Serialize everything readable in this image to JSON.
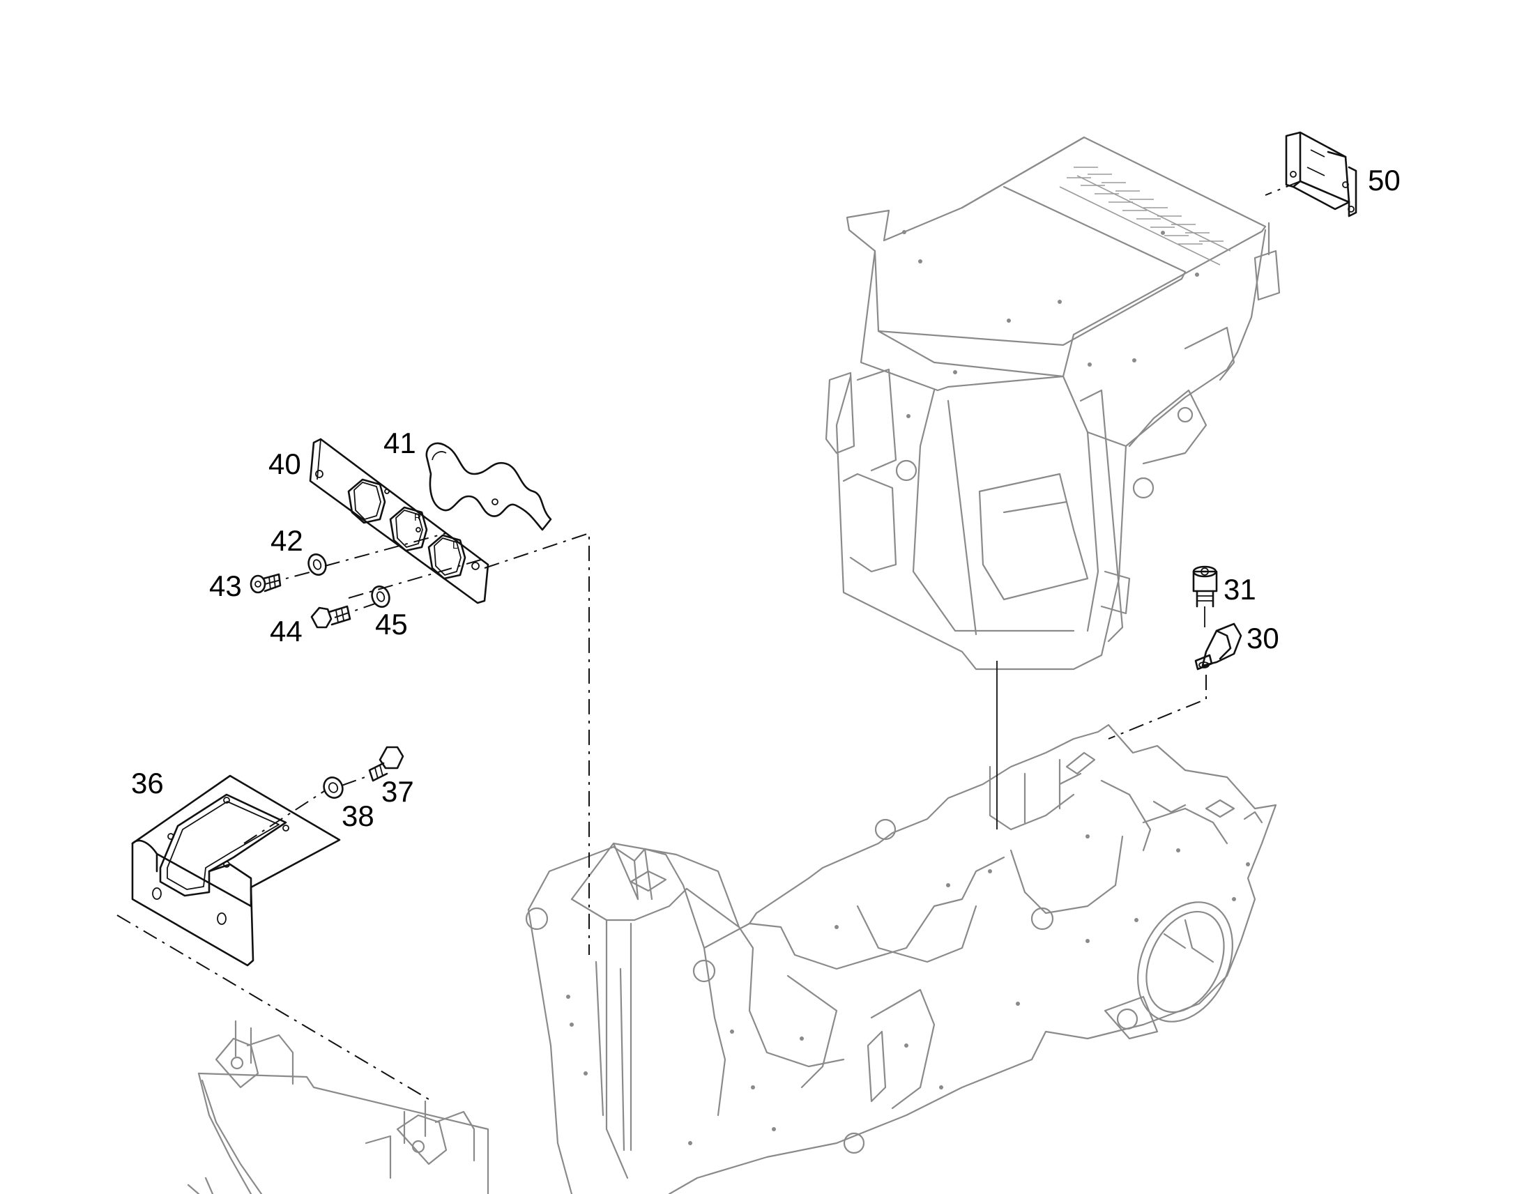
{
  "labels": {
    "p30": "30",
    "p31": "31",
    "p36": "36",
    "p37": "37",
    "p38": "38",
    "p40": "40",
    "p41": "41",
    "p42": "42",
    "p43": "43",
    "p44": "44",
    "p45": "45",
    "p50": "50"
  },
  "plate_marks": {
    "r": "R",
    "l": "L"
  },
  "colors": {
    "part_lines": "#111111",
    "context_lines": "#8a8a8a",
    "background": "#ffffff"
  }
}
